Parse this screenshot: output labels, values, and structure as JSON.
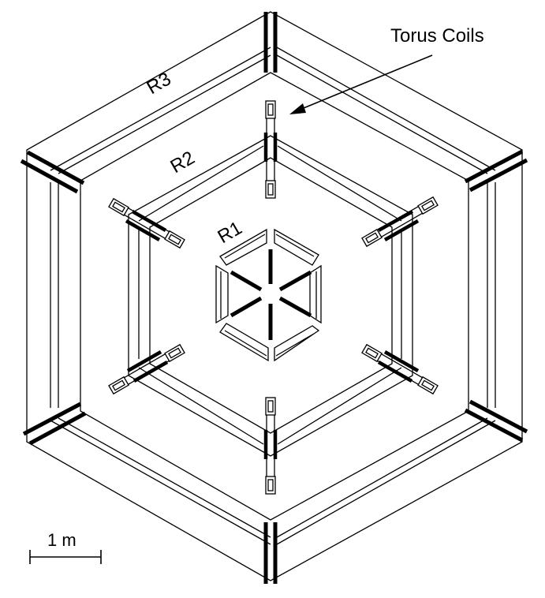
{
  "labels": {
    "torus": "Torus Coils",
    "r1": "R1",
    "r2": "R2",
    "r3": "R3",
    "scale": "1 m"
  },
  "colors": {
    "line": "#000000",
    "background": "#ffffff"
  }
}
